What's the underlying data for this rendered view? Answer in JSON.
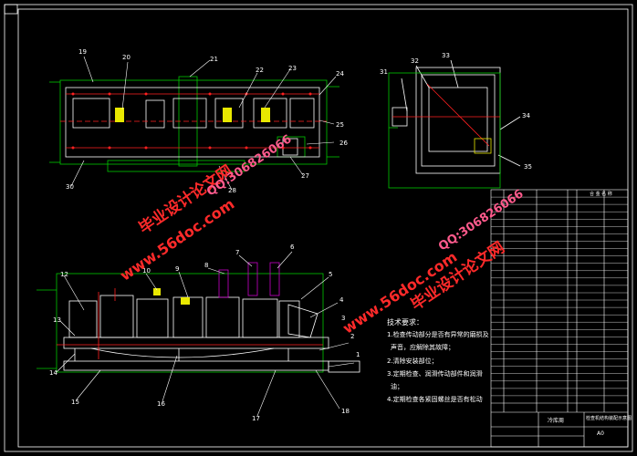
{
  "colors": {
    "background": "#000000",
    "frame": "#ffffff",
    "green": "#00c800",
    "red": "#ff2020",
    "yellow": "#e8e800",
    "magenta": "#c800c8",
    "cyan": "#00c8c8",
    "watermark_red": "#ff2a2a",
    "watermark_pink": "#ff5a8c"
  },
  "callouts": {
    "top_view": [
      "19",
      "20",
      "21",
      "22",
      "23",
      "24",
      "25",
      "26",
      "27",
      "28",
      "30"
    ],
    "side_view": [
      "31",
      "32",
      "33",
      "34",
      "35"
    ],
    "front_view": [
      "1",
      "2",
      "3",
      "4",
      "5",
      "6",
      "7",
      "8",
      "9",
      "10",
      "12",
      "13",
      "14",
      "15",
      "16",
      "17",
      "18"
    ]
  },
  "technical_requirements": {
    "title": "技术要求：",
    "items": [
      "1.检查传动部分是否有异常的磨损及",
      "声音，应解除其故障；",
      "2.清除安装部位；",
      "3.定期检查、润滑传动部件和润滑",
      "油；",
      "4.定期检查各紧固螺丝是否有松动"
    ]
  },
  "title_block": {
    "drawing_name": "检查机结构装配示意图",
    "sheet": "A0",
    "author": "冷库周",
    "header": "合 金 名 称"
  },
  "watermarks": {
    "site": "www.56doc.com",
    "qq": "QQ:306826066",
    "brand": "毕业设计论文网"
  }
}
